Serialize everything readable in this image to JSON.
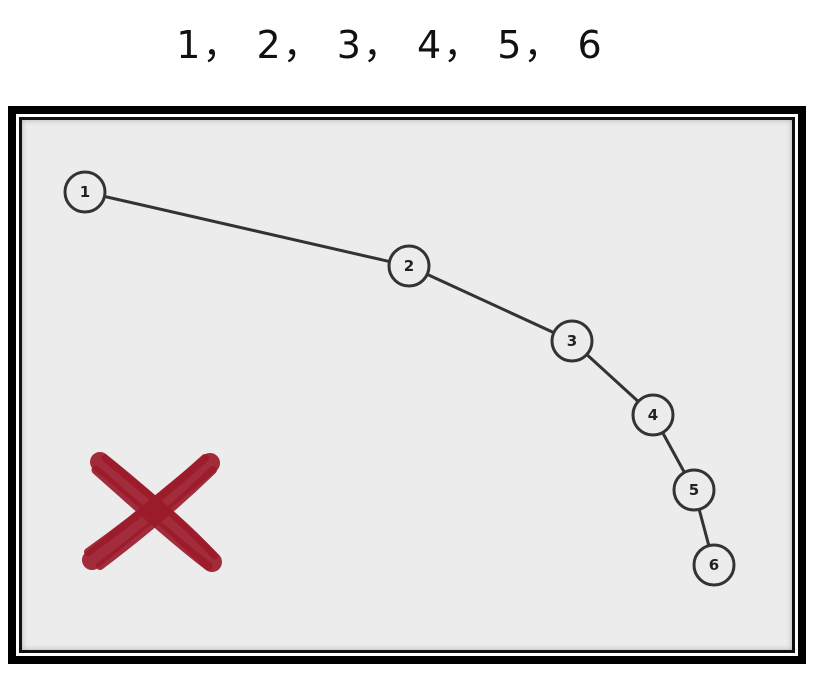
{
  "title": "1， 2， 3， 4， 5， 6",
  "colors": {
    "frame": "#000000",
    "panel_background": "#ececec",
    "node_stroke": "#333333",
    "node_fill": "#ececec",
    "edge": "#333333",
    "cross_mark": "#9b1b2b"
  },
  "nodes": [
    {
      "label": "1"
    },
    {
      "label": "2"
    },
    {
      "label": "3"
    },
    {
      "label": "4"
    },
    {
      "label": "5"
    },
    {
      "label": "6"
    }
  ],
  "edges": [
    [
      "1",
      "2"
    ],
    [
      "2",
      "3"
    ],
    [
      "3",
      "4"
    ],
    [
      "4",
      "5"
    ],
    [
      "5",
      "6"
    ]
  ],
  "mark": {
    "icon": "red-cross-icon",
    "meaning": "incorrect"
  }
}
